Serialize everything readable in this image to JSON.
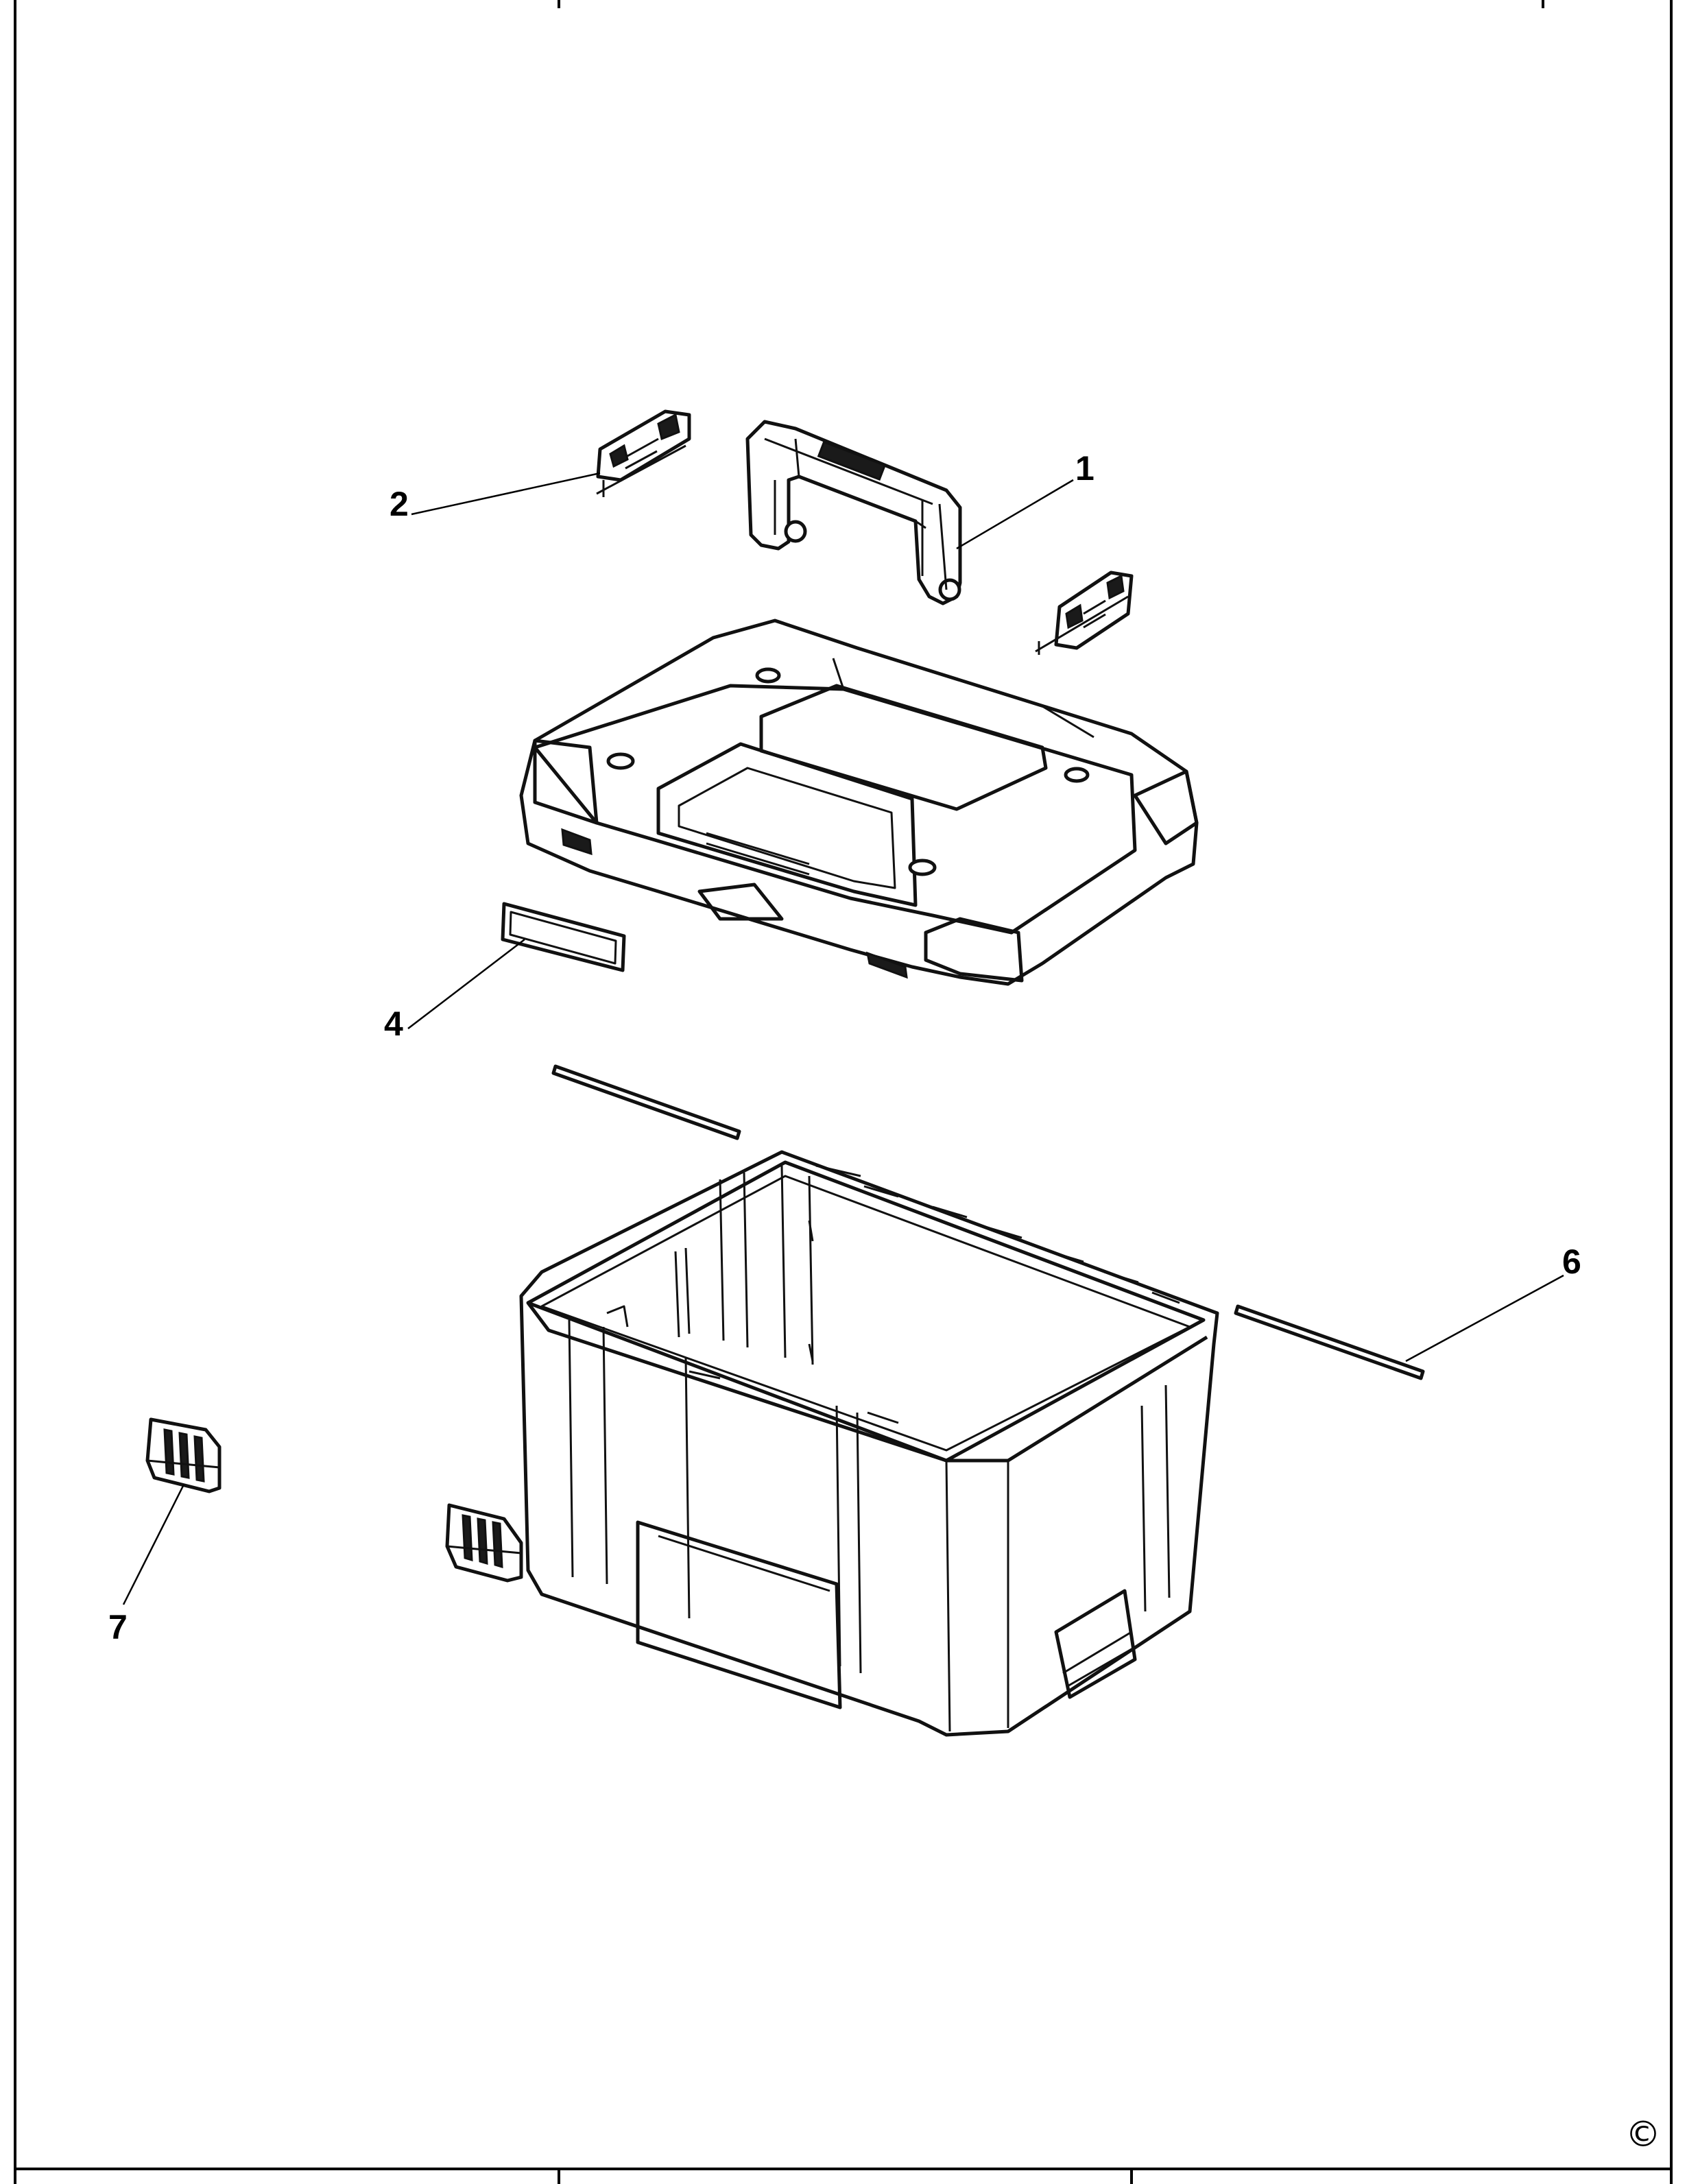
{
  "callouts": [
    {
      "id": "1",
      "label": "1"
    },
    {
      "id": "2",
      "label": "2"
    },
    {
      "id": "4",
      "label": "4"
    },
    {
      "id": "6",
      "label": "6"
    },
    {
      "id": "7",
      "label": "7"
    }
  ],
  "copyright_symbol": "©"
}
